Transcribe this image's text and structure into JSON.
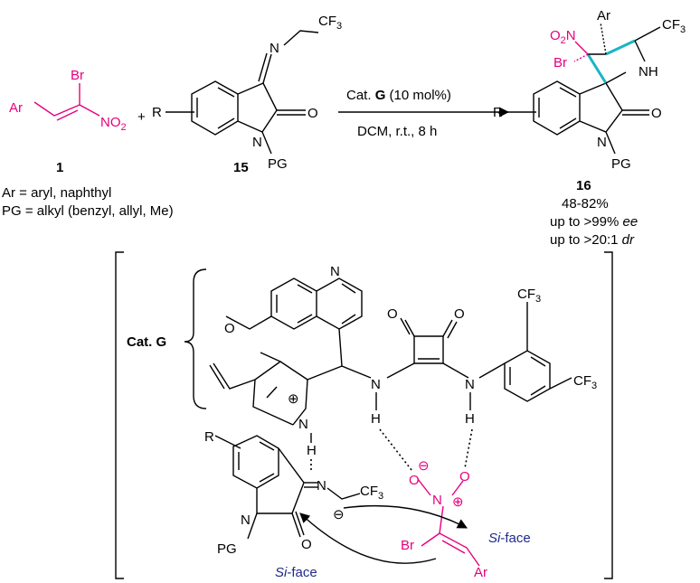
{
  "colors": {
    "substrate_pink": "#e6007e",
    "new_bond_cyan": "#19b5c4",
    "face_label_blue": "#1f2a8c",
    "bonds_black": "#000000"
  },
  "reactant1": {
    "br": "Br",
    "ar": "Ar",
    "no2": "NO",
    "no2_sub": "2",
    "number": "1",
    "definition_ar": "Ar = aryl, naphthyl",
    "definition_pg": "PG = alkyl (benzyl, allyl, Me)"
  },
  "plus": "+",
  "reactant15": {
    "r": "R",
    "n_imine": "N",
    "cf3": "CF",
    "cf3_sub": "3",
    "o": "O",
    "n_ring": "N",
    "pg": "PG",
    "number": "15"
  },
  "arrow": {
    "catalyst_prefix": "Cat. ",
    "catalyst_letter": "G",
    "catalyst_suffix": " (10 mol%)",
    "conditions": "DCM, r.t., 8 h"
  },
  "product": {
    "ar": "Ar",
    "cf3": "CF",
    "cf3_sub": "3",
    "o2n": "O",
    "o2n_sub": "2",
    "o2n_n": "N",
    "br": "Br",
    "nh": "NH",
    "r": "R",
    "o": "O",
    "n_ring": "N",
    "pg": "PG",
    "number": "16",
    "yield": "48-82%",
    "ee_prefix": "up to >99% ",
    "ee_italic": "ee",
    "dr_prefix": "up to >20:1 ",
    "dr_italic": "dr"
  },
  "transition_state": {
    "catalyst_label": "Cat. G",
    "quinoline_n": "N",
    "methoxy_o": "O",
    "squaramide_o1": "O",
    "squaramide_o2": "O",
    "cf3_top": "CF",
    "cf3_top_sub": "3",
    "cf3_right": "CF",
    "cf3_right_sub": "3",
    "nh_left_n": "N",
    "nh_left_h": "H",
    "nh_right_n": "N",
    "nh_right_h": "H",
    "quinuclidine_n": "N",
    "quinuclidine_h": "H",
    "plus_charge": "⊕",
    "imine_n": "N",
    "imine_cf3": "CF",
    "imine_cf3_sub": "3",
    "minus_charge_imine": "⊖",
    "r": "R",
    "isatin_n": "N",
    "isatin_o": "O",
    "pg": "PG",
    "nitro_o_minus": "O",
    "nitro_o": "O",
    "nitro_n": "N",
    "minus_charge_nitro": "⊖",
    "plus_charge_nitro": "⊕",
    "br": "Br",
    "ar": "Ar",
    "si_face_right_italic": "Si",
    "si_face_right_suffix": "-face",
    "si_face_left_italic": "Si",
    "si_face_left_suffix": "-face"
  }
}
